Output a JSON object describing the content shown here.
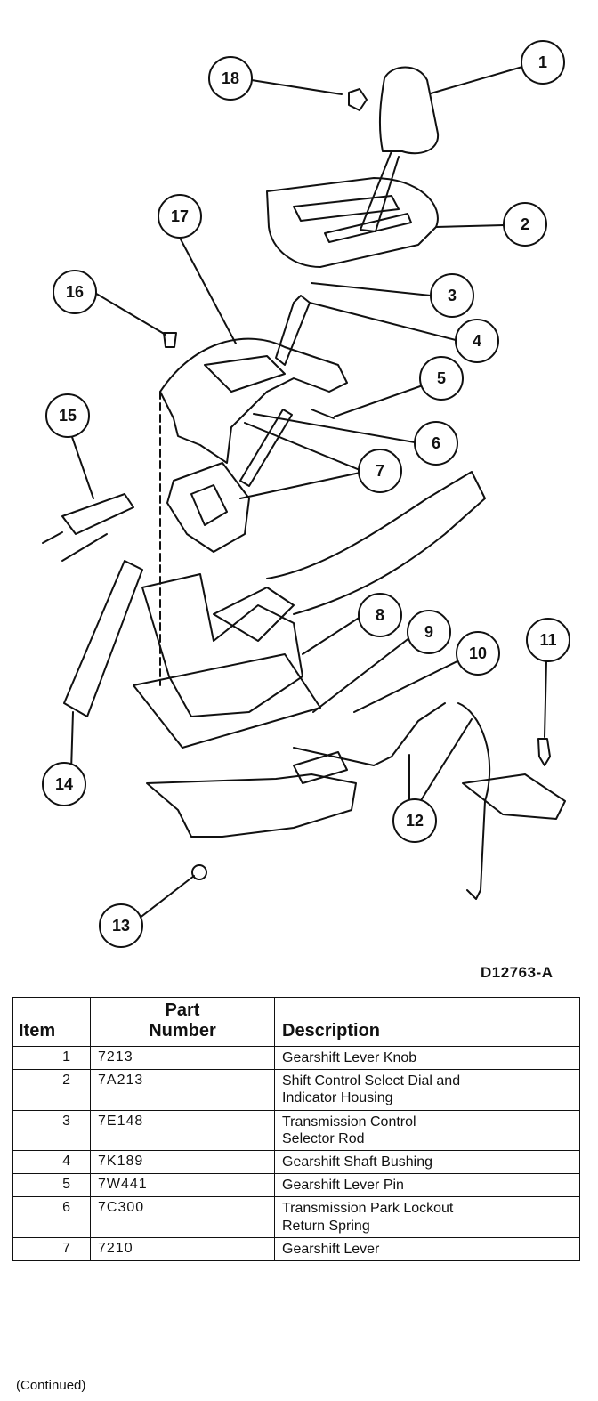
{
  "figure": {
    "id": "D12763-A",
    "callouts": [
      "1",
      "2",
      "3",
      "4",
      "5",
      "6",
      "7",
      "8",
      "9",
      "10",
      "11",
      "12",
      "13",
      "14",
      "15",
      "16",
      "17",
      "18"
    ]
  },
  "table": {
    "headers": {
      "item": "Item",
      "part_line1": "Part",
      "part_line2": "Number",
      "description": "Description"
    },
    "rows": [
      {
        "item": "1",
        "part": "7213",
        "description_lines": [
          "Gearshift Lever Knob"
        ]
      },
      {
        "item": "2",
        "part": "7A213",
        "description_lines": [
          "Shift Control Select Dial and",
          "Indicator Housing"
        ]
      },
      {
        "item": "3",
        "part": "7E148",
        "description_lines": [
          "Transmission Control",
          "Selector Rod"
        ]
      },
      {
        "item": "4",
        "part": "7K189",
        "description_lines": [
          "Gearshift Shaft Bushing"
        ]
      },
      {
        "item": "5",
        "part": "7W441",
        "description_lines": [
          "Gearshift Lever Pin"
        ]
      },
      {
        "item": "6",
        "part": "7C300",
        "description_lines": [
          "Transmission Park Lockout",
          "Return Spring"
        ]
      },
      {
        "item": "7",
        "part": "7210",
        "description_lines": [
          "Gearshift Lever"
        ]
      }
    ]
  },
  "continued": "(Continued)"
}
